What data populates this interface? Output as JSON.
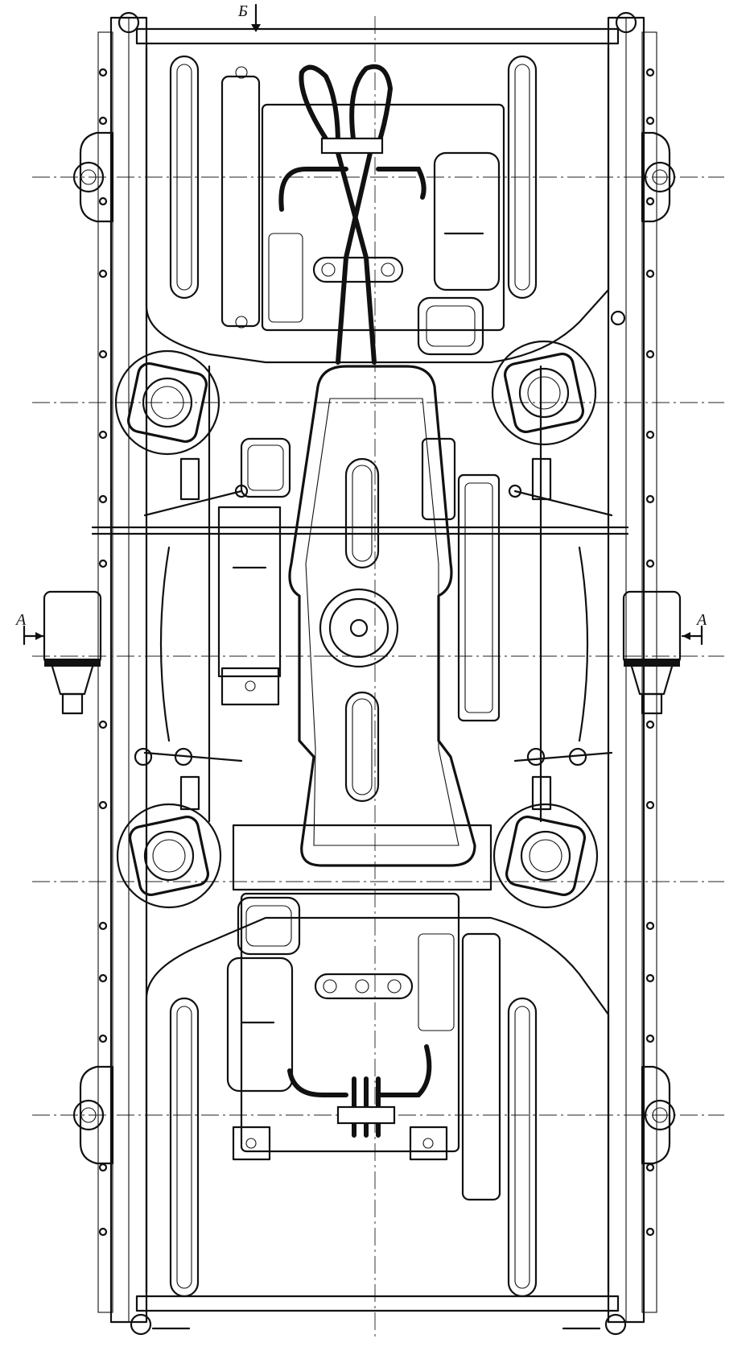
{
  "drawing": {
    "labels": {
      "section_top": "Б",
      "section_left": "А",
      "section_right": "А"
    },
    "colors": {
      "line": "#111111",
      "background": "#ffffff"
    }
  }
}
